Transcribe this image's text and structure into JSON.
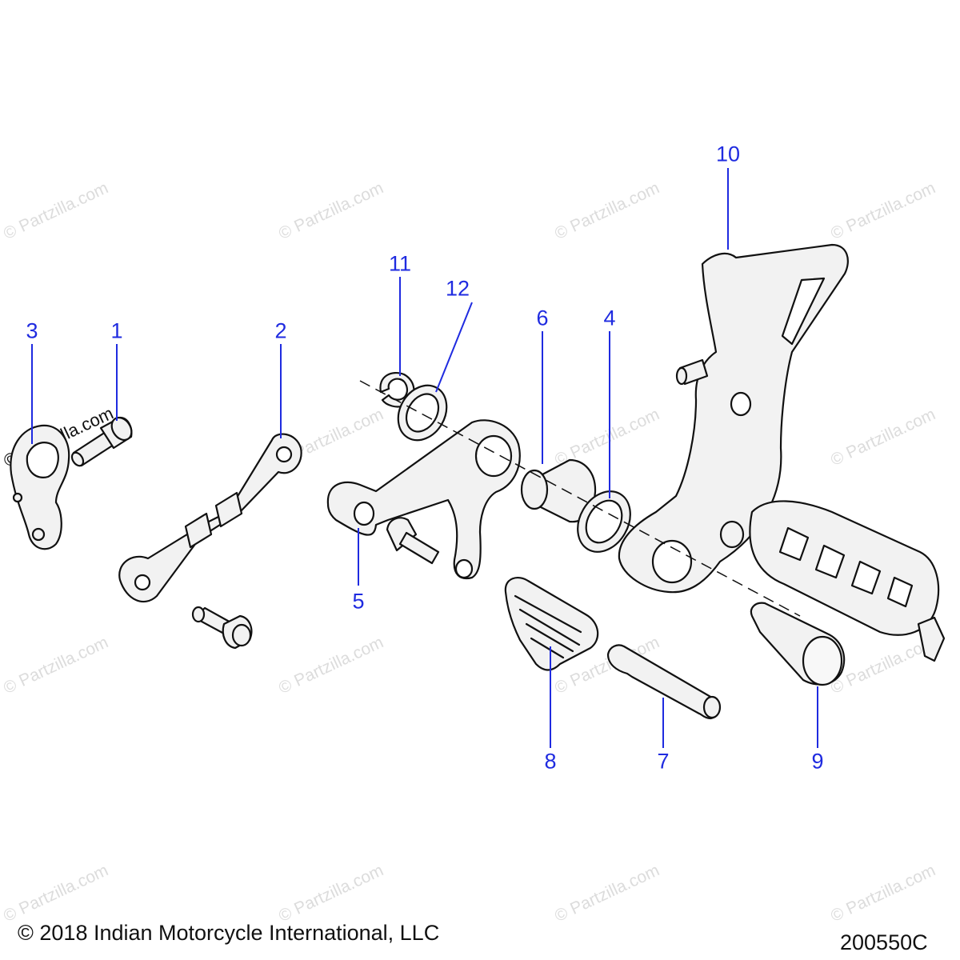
{
  "watermark": {
    "text": "© Partzilla.com"
  },
  "callouts": [
    "1",
    "2",
    "3",
    "4",
    "5",
    "6",
    "7",
    "8",
    "9",
    "10",
    "11",
    "12"
  ],
  "footer": {
    "copyright": "© 2018 Indian Motorcycle International, LLC",
    "drawing_number": "200550C"
  },
  "colors": {
    "callout_text": "#1f2be0",
    "leader_line": "#1f2be0",
    "part_outline": "#111111",
    "part_fill": "#f2f2f2",
    "watermark": "#dcdcdc"
  }
}
